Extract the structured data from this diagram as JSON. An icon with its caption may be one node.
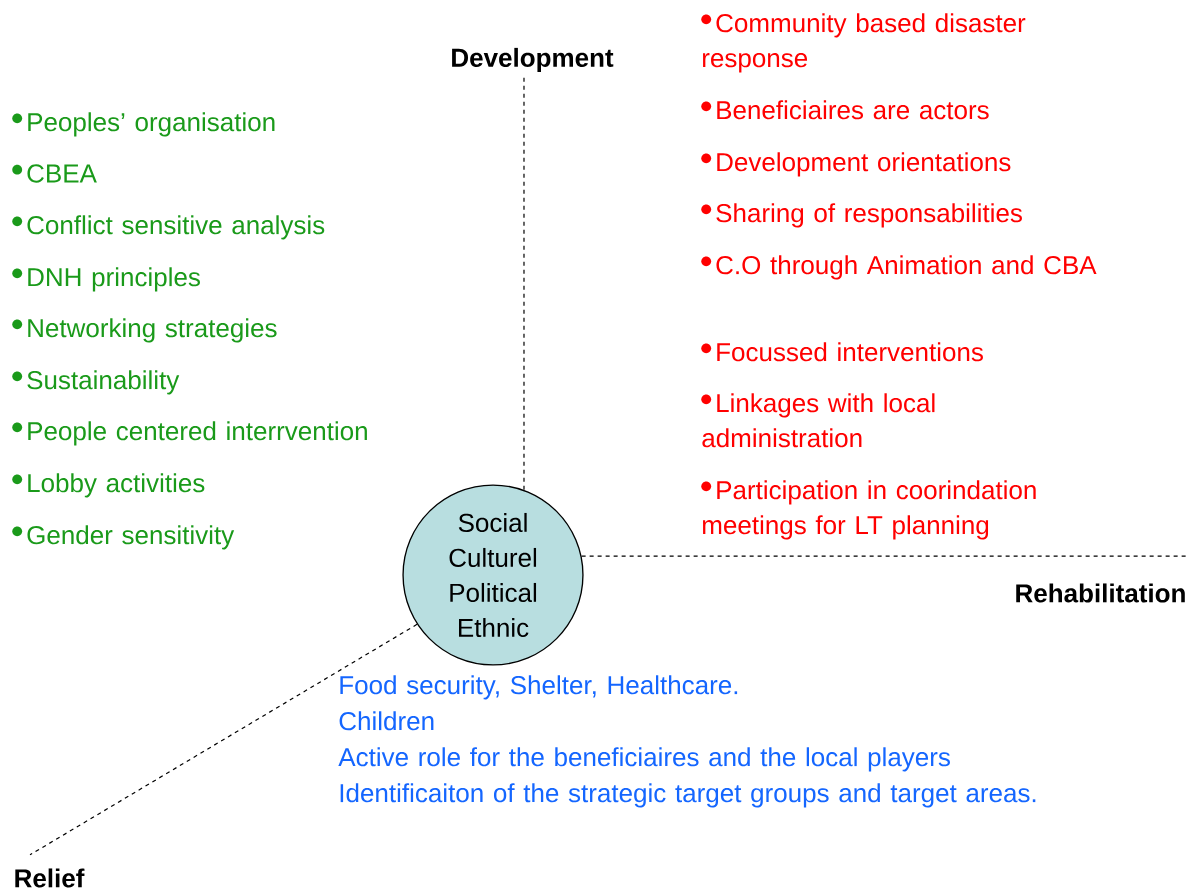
{
  "diagram": {
    "nodes": [
      {
        "text": [
          "Development"
        ]
      },
      {
        "text": [
          "Social Culturel Political Ethnic"
        ]
      },
      {
        "text": [
          "Rehabilitation"
        ]
      },
      {
        "text": [
          "Relief"
        ]
      }
    ],
    "edges": [
      {
        "from": 1,
        "to": 0,
        "arrow": "none",
        "style": "dashed"
      },
      {
        "from": 1,
        "to": 2,
        "arrow": "none",
        "style": "dashed"
      },
      {
        "from": 1,
        "to": 3,
        "arrow": "none",
        "style": "dashed"
      }
    ],
    "labels": [
      "Community based disaster response",
      "Peoples’ organisation",
      "Beneficiaires are actors",
      "CBEA",
      "Development orientations",
      "Conflict sensitive analysis",
      "Sharing of responsabilities",
      "DNH principles",
      "C.O through Animation and CBA",
      "Networking strategies",
      "Focussed interventions",
      "Sustainability",
      "Linkages with local administration",
      "People centered interrvention",
      "Lobby activities",
      "Participation in coorindation meetings for LT planning",
      "Gender sensitivity",
      "Food security, Shelter, Healthcare.",
      "Children",
      "Active role for the   beneficiaires and the local players",
      "Identificaiton of the strategic target groups and target areas."
    ]
  }
}
